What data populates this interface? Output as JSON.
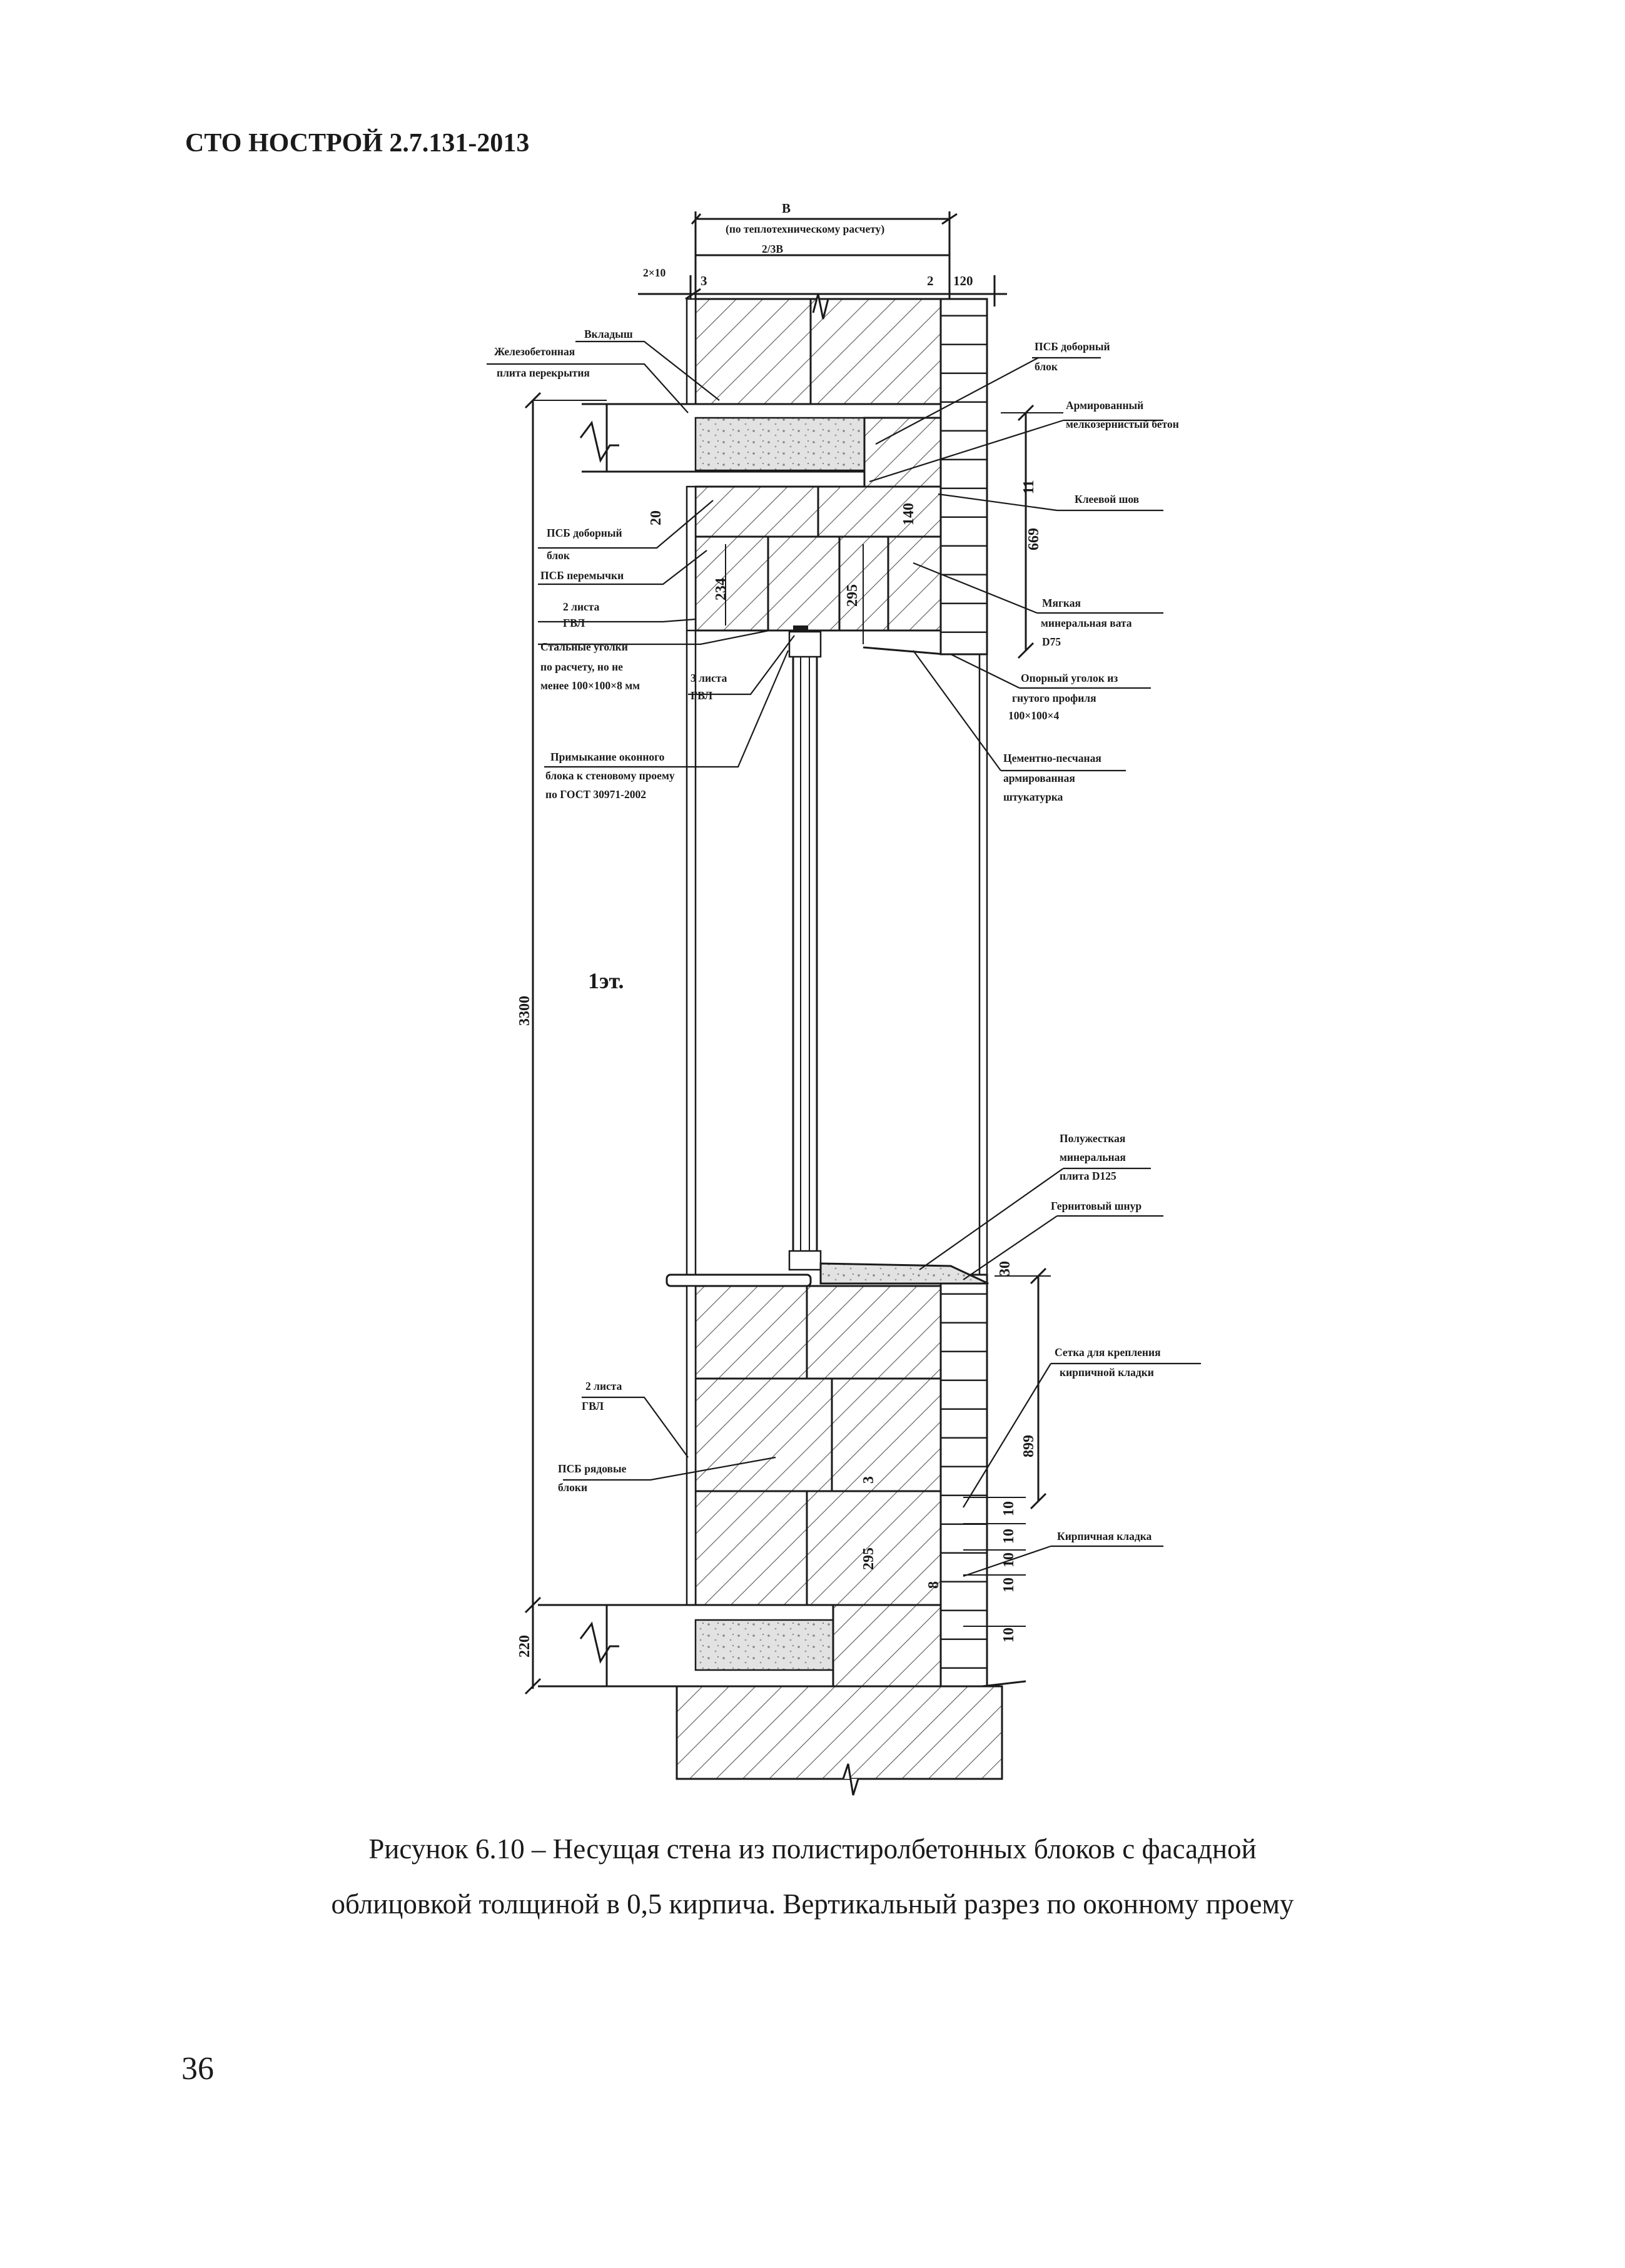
{
  "document": {
    "header": "СТО НОСТРОЙ 2.7.131-2013",
    "caption_line1": "Рисунок 6.10 – Несущая стена из полистиролбетонных блоков с фасадной",
    "caption_line2": "облицовкой толщиной в 0,5 кирпича. Вертикальный разрез по оконному проему",
    "page_number": "36"
  },
  "drawing": {
    "labels": {
      "vkladysh": "Вкладыш",
      "zhb_plita_1": "Железобетонная",
      "zhb_plita_2": "плита перекрытия",
      "psb_dob_top_1": "ПСБ доборный",
      "psb_dob_top_2": "блок",
      "arm_beton_1": "Армированный",
      "arm_beton_2": "мелкозернистый бетон",
      "kleevoy_shov": "Клеевой шов",
      "psb_dob_left_1": "ПСБ доборный",
      "psb_dob_left_2": "блок",
      "psb_peremychki": "ПСБ перемычки",
      "gvl2_top_1": "2 листа",
      "gvl2_top_2": "ГВЛ",
      "ugolki_1": "Стальные уголки",
      "ugolki_2": "по расчету, но не",
      "ugolki_3": "менее 100×100×8 мм",
      "gvl3_1": "3 листа",
      "gvl3_2": "ГВЛ",
      "vata_1": "Мягкая",
      "vata_2": "минеральная вата",
      "vata_3": "D75",
      "opor_ugol_1": "Опорный уголок из",
      "opor_ugol_2": "гнутого профиля",
      "opor_ugol_3": "100×100×4",
      "primykanie_1": "Примыкание оконного",
      "primykanie_2": "блока к стеновому проему",
      "primykanie_3": "по ГОСТ 30971-2002",
      "shtukaturka_1": "Цементно-песчаная",
      "shtukaturka_2": "армированная",
      "shtukaturka_3": "штукатурка",
      "floor": "1эт.",
      "polu_plita_1": "Полужесткая",
      "polu_plita_2": "минеральная",
      "polu_plita_3": "плита D125",
      "gernit": "Гернитовый шнур",
      "setka_1": "Сетка для крепления",
      "setka_2": "кирпичной кладки",
      "gvl2_bot_1": "2 листа",
      "gvl2_bot_2": "ГВЛ",
      "psb_ryad_1": "ПСБ рядовые",
      "psb_ryad_2": "блоки",
      "kladka": "Кирпичная кладка"
    },
    "dimensions": {
      "b": "В",
      "b_note": "(по теплотехническому расчету)",
      "two_third_b": "2/3В",
      "two_x_ten": "2×10",
      "three": "3",
      "two": "2",
      "d120": "120",
      "d11": "11",
      "d20": "20",
      "d140": "140",
      "d669": "669",
      "d234": "234",
      "d295": "295",
      "d3300": "3300",
      "d30": "30",
      "d899": "899",
      "d3b": "3",
      "d295b": "295",
      "d8": "8",
      "d10": "10",
      "d220": "220"
    },
    "colors": {
      "ink": "#1a1a1a",
      "paper": "#ffffff",
      "hatch": "#555555",
      "fill_concrete": "#dedede"
    }
  }
}
